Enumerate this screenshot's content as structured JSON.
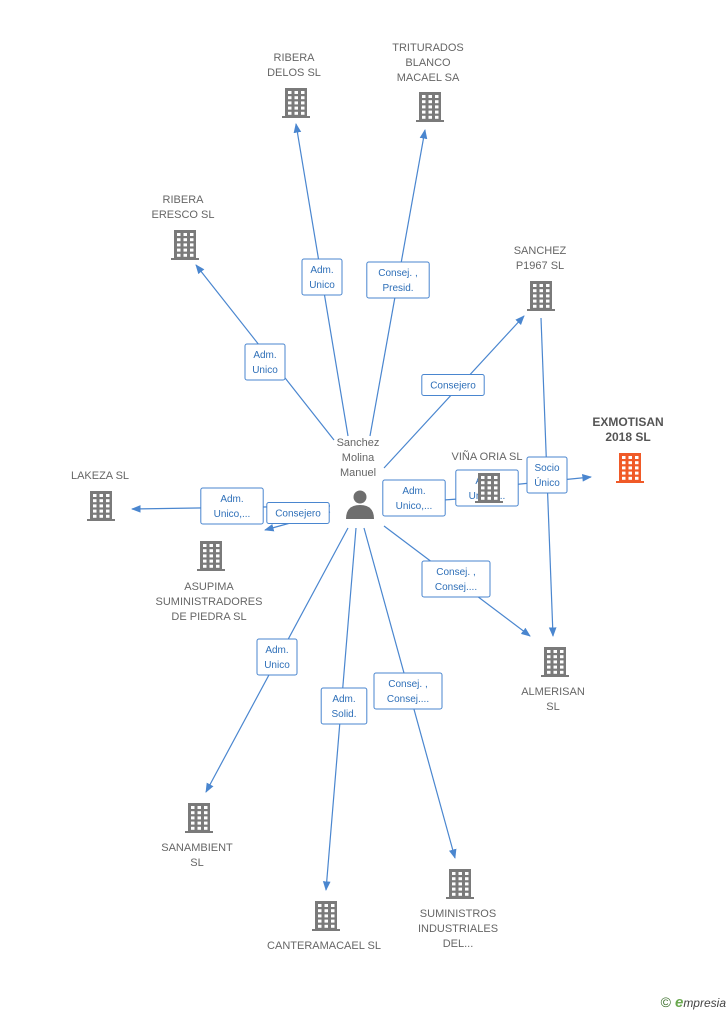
{
  "colors": {
    "edge": "#4a86cf",
    "company": "#7a7a7a",
    "highlight": "#f05a28",
    "person": "#6e6e6e",
    "label_border": "#4a86cf"
  },
  "person": {
    "id": "p",
    "label": [
      "Sanchez",
      "Molina",
      "Manuel"
    ]
  },
  "companies": [
    {
      "id": "ribera_delos",
      "label": [
        "RIBERA",
        "DELOS  SL"
      ]
    },
    {
      "id": "triturados",
      "label": [
        "TRITURADOS",
        "BLANCO",
        "MACAEL SA"
      ]
    },
    {
      "id": "ribera_eresco",
      "label": [
        "RIBERA",
        "ERESCO  SL"
      ]
    },
    {
      "id": "sanchez_p1967",
      "label": [
        "SANCHEZ",
        "P1967  SL"
      ]
    },
    {
      "id": "exmotisan",
      "label": [
        "EXMOTISAN",
        "2018  SL"
      ],
      "highlight": true
    },
    {
      "id": "vina_oria",
      "label": [
        "VIÑA ORIA  SL"
      ]
    },
    {
      "id": "lakeza",
      "label": [
        "LAKEZA  SL"
      ]
    },
    {
      "id": "asupima",
      "label": [
        "ASUPIMA",
        "SUMINISTRADORES",
        "DE PIEDRA SL"
      ]
    },
    {
      "id": "almerisan",
      "label": [
        "ALMERISAN",
        "SL"
      ]
    },
    {
      "id": "sanambient",
      "label": [
        "SANAMBIENT",
        "SL"
      ]
    },
    {
      "id": "canteramacael",
      "label": [
        "CANTERAMACAEL SL"
      ]
    },
    {
      "id": "suministros",
      "label": [
        "SUMINISTROS",
        "INDUSTRIALES",
        "DEL..."
      ]
    }
  ],
  "edges": [
    {
      "from": "p",
      "to": "ribera_delos",
      "label": [
        "Adm.",
        "Unico"
      ]
    },
    {
      "from": "p",
      "to": "triturados",
      "label": [
        "Consej. ,",
        "Presid."
      ]
    },
    {
      "from": "p",
      "to": "ribera_eresco",
      "label": [
        "Adm.",
        "Unico"
      ]
    },
    {
      "from": "p",
      "to": "sanchez_p1967",
      "label": [
        "Consejero"
      ]
    },
    {
      "from": "p",
      "to": "vina_oria",
      "label": [
        "Adm.",
        "Unico,..."
      ]
    },
    {
      "from": "p",
      "to": "lakeza",
      "label": [
        "Adm.",
        "Unico,..."
      ]
    },
    {
      "from": "p",
      "to": "asupima",
      "label": [
        "Consejero"
      ]
    },
    {
      "from": "p",
      "to": "almerisan",
      "label": [
        "Consej. ,",
        "Consej...."
      ]
    },
    {
      "from": "p",
      "to": "sanambient",
      "label": [
        "Adm.",
        "Unico"
      ]
    },
    {
      "from": "p",
      "to": "canteramacael",
      "label": [
        "Adm.",
        "Solid."
      ]
    },
    {
      "from": "p",
      "to": "suministros",
      "label": [
        "Consej. ,",
        "Consej...."
      ]
    },
    {
      "from": "vina_oria",
      "to": "exmotisan",
      "label": [
        "Adm.",
        "Unico,..."
      ]
    },
    {
      "from": "sanchez_p1967",
      "to": "almerisan",
      "label": [
        "Socio",
        "Único"
      ]
    }
  ],
  "footer": {
    "copyright": "©",
    "brand_initial": "e",
    "brand_rest": "mpresia"
  }
}
